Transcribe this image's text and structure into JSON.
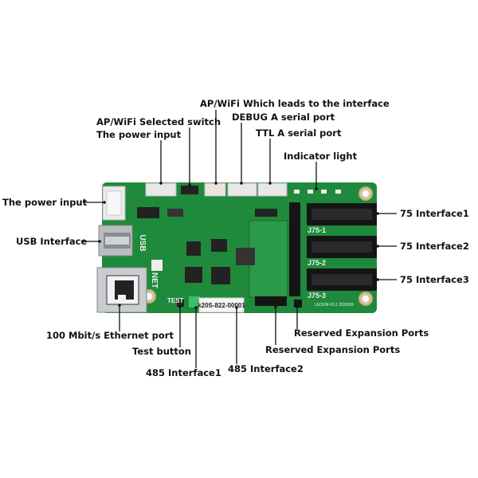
{
  "labels": {
    "ap_wifi_interface": "AP/WiFi Which leads to the interface",
    "ap_wifi_switch": "AP/WiFi Selected switch",
    "debug_port": "DEBUG A serial port",
    "power_input_top": "The power input",
    "ttl_port": "TTL A serial port",
    "indicator_light": "Indicator light",
    "power_input_left": "The power input",
    "usb_interface": "USB Interface",
    "interface_75_1": "75 Interface1",
    "interface_75_2": "75 Interface2",
    "interface_75_3": "75 Interface3",
    "ethernet_port": "100 Mbit/s Ethernet port",
    "reserved_ports_1": "Reserved Expansion Ports",
    "test_button": "Test button",
    "reserved_ports_2": "Reserved Expansion Ports",
    "interface_485_1": "485 Interface1",
    "interface_485_2": "485 Interface2"
  },
  "board": {
    "serial_sticker": "k20S-822-00001",
    "silk_usb": "USB",
    "silk_net": "NET",
    "silk_test": "TEST",
    "silk_j75_1": "J75-1",
    "silk_j75_2": "J75-2",
    "silk_j75_3": "J75-3",
    "silk_model": "LEDON-V3.1  2022/09"
  },
  "colors": {
    "pcb": "#1f8a3c",
    "pcb_dark": "#17702f",
    "connector_black": "#151515",
    "connector_white": "#e8e8e8",
    "text": "#111111"
  }
}
